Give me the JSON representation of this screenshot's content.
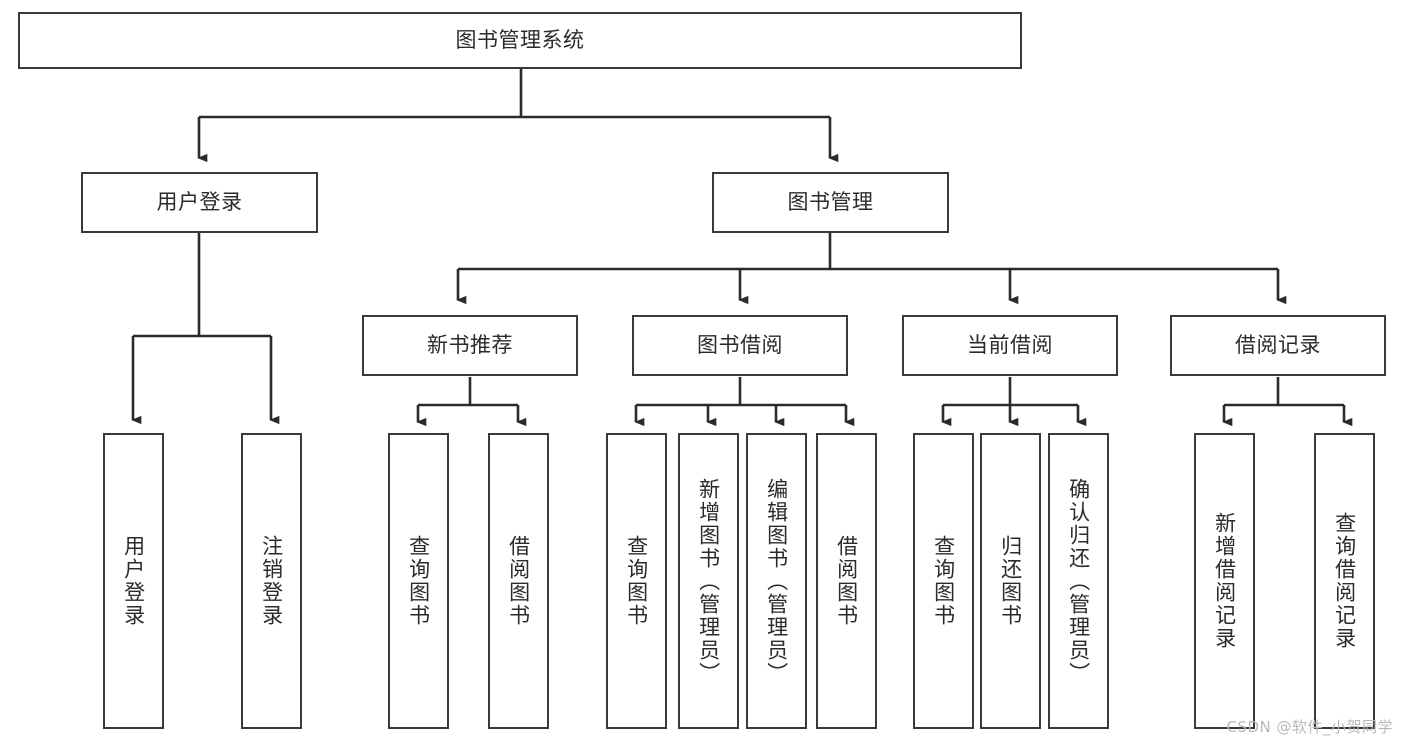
{
  "diagram": {
    "title": "图书管理系统",
    "type": "tree",
    "root": {
      "label": "图书管理系统"
    },
    "level1": [
      {
        "id": "user-login",
        "label": "用户登录"
      },
      {
        "id": "book-management",
        "label": "图书管理"
      }
    ],
    "level2": [
      {
        "id": "new-book-recommend",
        "label": "新书推荐"
      },
      {
        "id": "book-borrow",
        "label": "图书借阅"
      },
      {
        "id": "current-borrow",
        "label": "当前借阅"
      },
      {
        "id": "borrow-record",
        "label": "借阅记录"
      }
    ],
    "leaves": {
      "user_login": [
        {
          "id": "leaf-user-login",
          "label": "用户登录"
        },
        {
          "id": "leaf-logout",
          "label": "注销登录"
        }
      ],
      "new_book_recommend": [
        {
          "id": "leaf-query-book-1",
          "label": "查询图书"
        },
        {
          "id": "leaf-borrow-book-1",
          "label": "借阅图书"
        }
      ],
      "book_borrow": [
        {
          "id": "leaf-query-book-2",
          "label": "查询图书"
        },
        {
          "id": "leaf-add-book",
          "label": "新增图书（管理员）"
        },
        {
          "id": "leaf-edit-book",
          "label": "编辑图书（管理员）"
        },
        {
          "id": "leaf-borrow-book-2",
          "label": "借阅图书"
        }
      ],
      "current_borrow": [
        {
          "id": "leaf-query-book-3",
          "label": "查询图书"
        },
        {
          "id": "leaf-return-book",
          "label": "归还图书"
        },
        {
          "id": "leaf-confirm-return",
          "label": "确认归还（管理员）"
        }
      ],
      "borrow_record": [
        {
          "id": "leaf-add-record",
          "label": "新增借阅记录"
        },
        {
          "id": "leaf-query-record",
          "label": "查询借阅记录"
        }
      ]
    }
  },
  "watermark": {
    "text": "CSDN @软件_小贺同学",
    "color": "#b9b9b9"
  },
  "style": {
    "border_color": "#3a3a3a",
    "background": "#ffffff",
    "text_color": "#2b2b2b"
  }
}
